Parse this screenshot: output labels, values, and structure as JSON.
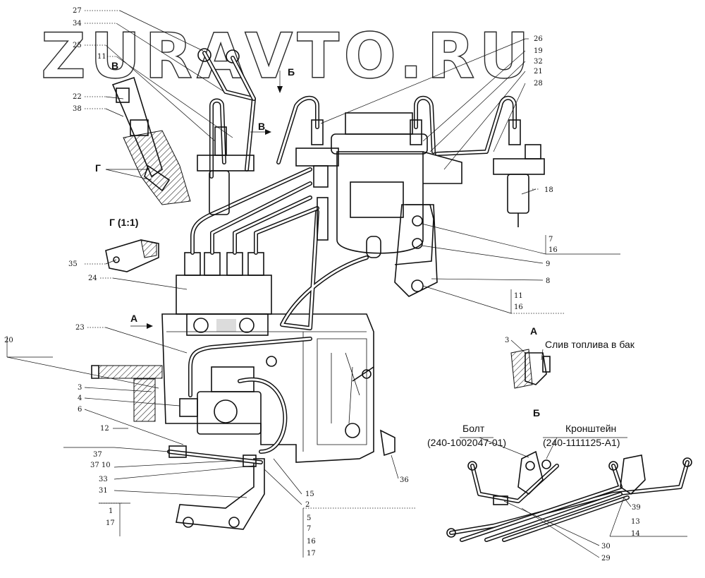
{
  "watermark": "ZURAVTO.RU",
  "sections": {
    "view_b_top": "В",
    "view_g": "Г",
    "view_g_scale": "Г (1:1)",
    "view_a_left": "А",
    "view_a_detail": "А",
    "view_b_arrow": "Б",
    "view_v_arrow": "В",
    "view_b_detail": "Б"
  },
  "labels": {
    "fuel_drain": "Слив топлива в бак",
    "bolt_title": "Болт",
    "bolt_code": "(240-1002047-01)",
    "bracket_title": "Кронштейн",
    "bracket_code": "(240-1111125-А1)"
  },
  "callouts": {
    "c27": "27",
    "c34": "34",
    "c25": "25",
    "c11a": "11",
    "c22": "22",
    "c38": "38",
    "c35": "35",
    "c24": "24",
    "c23": "23",
    "c20": "20",
    "c3": "3",
    "c4": "4",
    "c6": "6",
    "c12": "12",
    "c37": "37",
    "c37_10": "37 10",
    "c33": "33",
    "c31": "31",
    "c1": "1",
    "c17a": "17",
    "c26": "26",
    "c19": "19",
    "c32": "32",
    "c21": "21",
    "c28": "28",
    "c18": "18",
    "c7a": "7",
    "c16a": "16",
    "c9": "9",
    "c8": "8",
    "c11b": "11",
    "c16b": "16",
    "c3b": "3",
    "c15": "15",
    "c2": "2",
    "c5": "5",
    "c7b": "7",
    "c16c": "16",
    "c17b": "17",
    "c36": "36",
    "c39": "39",
    "c13": "13",
    "c14": "14",
    "c30": "30",
    "c29": "29"
  }
}
